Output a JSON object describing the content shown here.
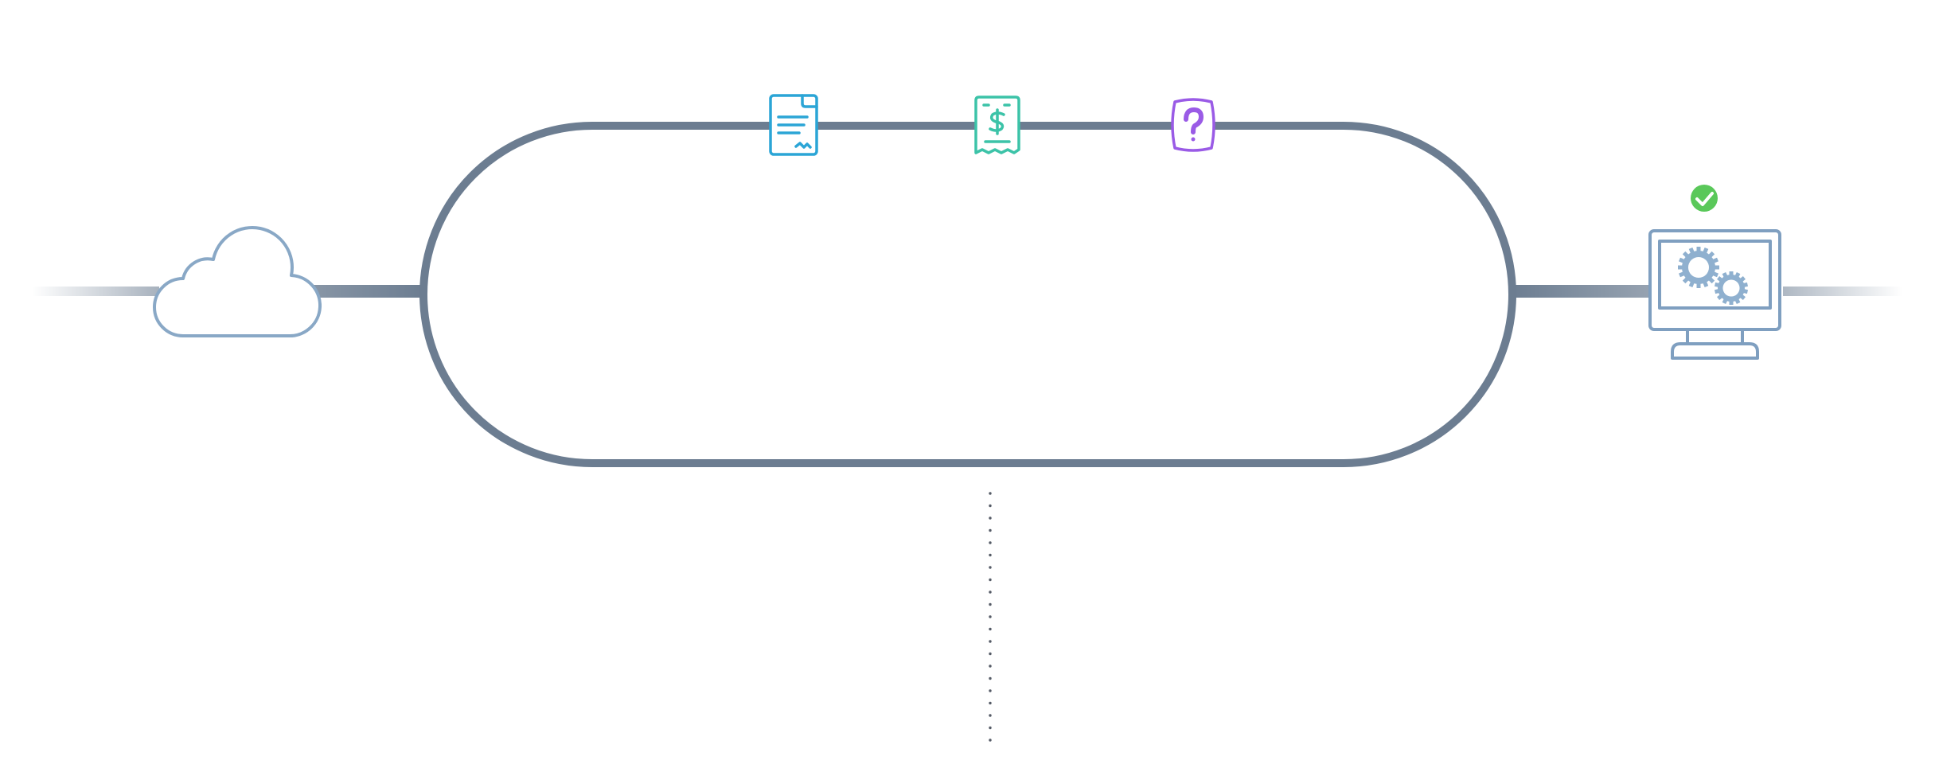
{
  "diagram": {
    "colors": {
      "track": "#6c7d91",
      "cloud_stroke": "#89a8c6",
      "computer_stroke": "#7f9fc0",
      "gear_fill": "#8fb0cf",
      "contract_icon": "#2ba5d6",
      "invoice_icon": "#3cc3a8",
      "question_icon": "#9a5be6",
      "check_badge": "#5ac85a",
      "dotted_line": "#555b66"
    },
    "nodes": [
      {
        "id": "cloud",
        "icon": "cloud-icon"
      },
      {
        "id": "contract",
        "icon": "contract-document-icon"
      },
      {
        "id": "invoice",
        "icon": "dollar-receipt-icon"
      },
      {
        "id": "question",
        "icon": "question-mark-icon"
      },
      {
        "id": "status",
        "icon": "checkmark-badge-icon"
      },
      {
        "id": "computer",
        "icon": "computer-with-gears-icon"
      }
    ]
  }
}
